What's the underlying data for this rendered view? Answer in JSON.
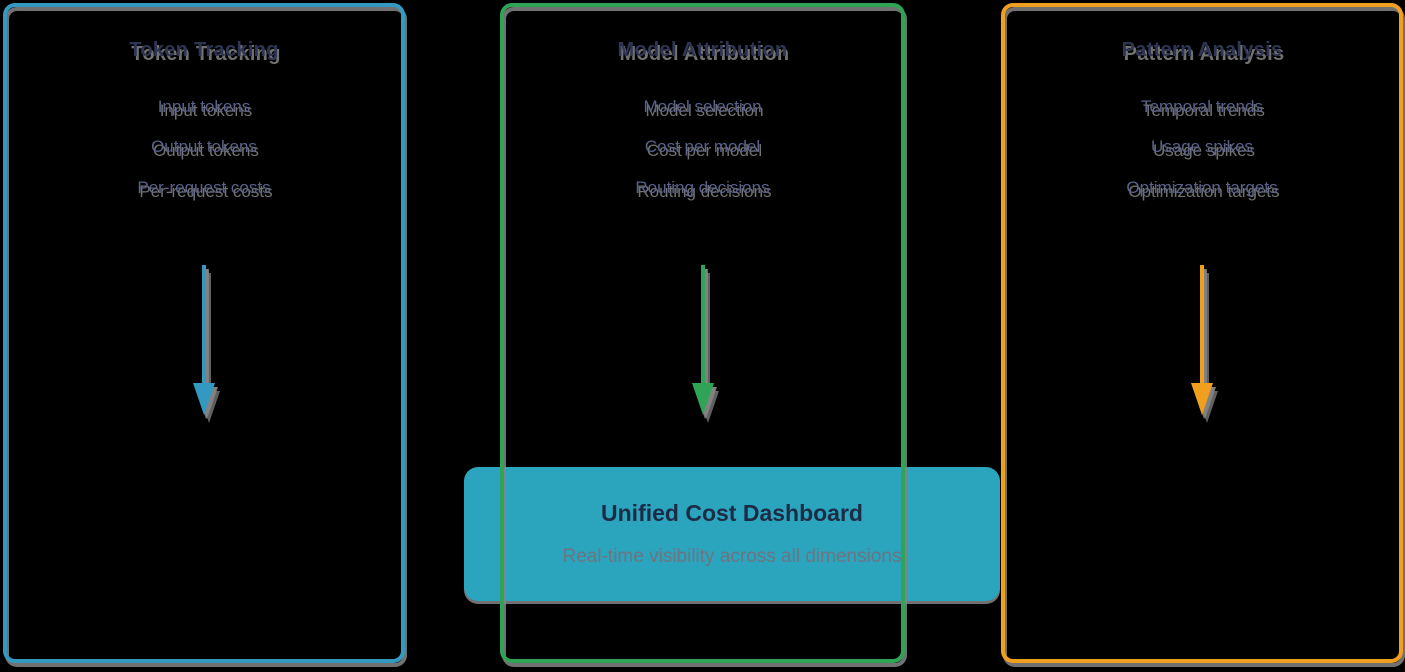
{
  "canvas": {
    "background": "#000000"
  },
  "columns": [
    {
      "id": "token-tracking",
      "title": "Token Tracking",
      "items": [
        "Input tokens",
        "Output tokens",
        "Per-request costs"
      ],
      "color": "#3399C1",
      "arrow": "down-arrow"
    },
    {
      "id": "model-attribution",
      "title": "Model Attribution",
      "items": [
        "Model selection",
        "Cost per model",
        "Routing decisions"
      ],
      "color": "#2FA457",
      "arrow": "down-arrow"
    },
    {
      "id": "pattern-analysis",
      "title": "Pattern Analysis",
      "items": [
        "Temporal trends",
        "Usage spikes",
        "Optimization targets"
      ],
      "color": "#F0A01E",
      "arrow": "down-arrow"
    }
  ],
  "dashboard": {
    "title": "Unified Cost Dashboard",
    "subtitle": "Real-time visibility across all dimensions",
    "fill": "#2BA4BE",
    "title_color": "#1D2B45",
    "subtitle_color": "#6F7480"
  },
  "text_colors": {
    "column_title": "#2E3552",
    "column_item": "#5A628A"
  },
  "shadow_color": "#858585"
}
